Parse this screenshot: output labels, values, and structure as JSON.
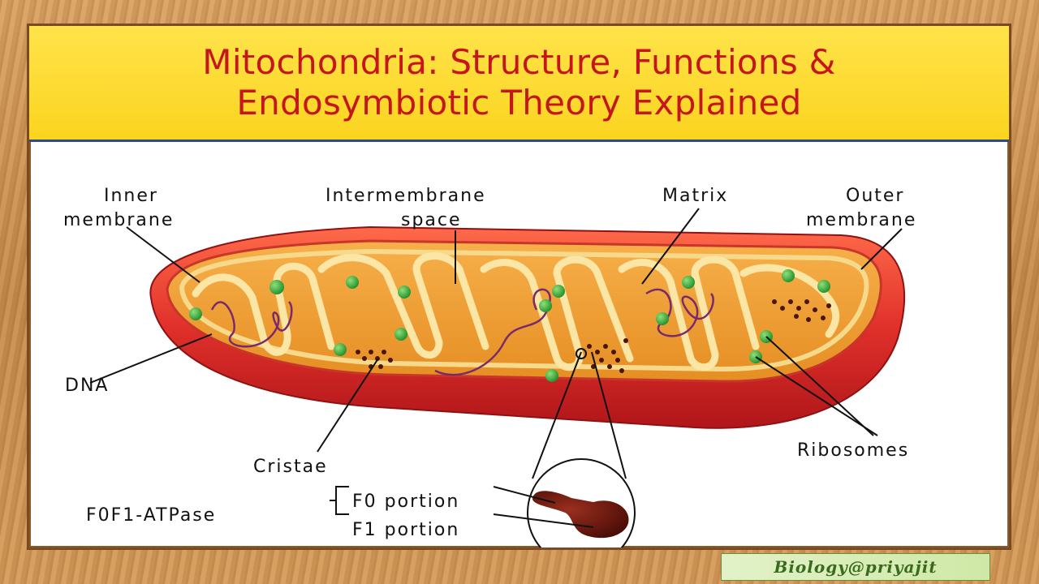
{
  "title": {
    "line1": "Mitochondria: Structure, Functions &",
    "line2": "Endosymbiotic Theory Explained"
  },
  "labels": {
    "inner_membrane_1": "Inner",
    "inner_membrane_2": "membrane",
    "intermembrane_1": "Intermembrane",
    "intermembrane_2": "space",
    "matrix": "Matrix",
    "outer_membrane_1": "Outer",
    "outer_membrane_2": "membrane",
    "dna": "DNA",
    "cristae": "Cristae",
    "ribosomes": "Ribosomes",
    "atpase": "F0F1-ATPase",
    "f0": "F0 portion",
    "f1": "F1 portion"
  },
  "watermark": "Biology@priyajit",
  "colors": {
    "title_text": "#c4161c",
    "banner": "#fbd41f",
    "outer_membrane": "#e0302a",
    "matrix": "#f2a23a",
    "ribosome": "#2fae3a",
    "dna": "#7a2a6a"
  }
}
